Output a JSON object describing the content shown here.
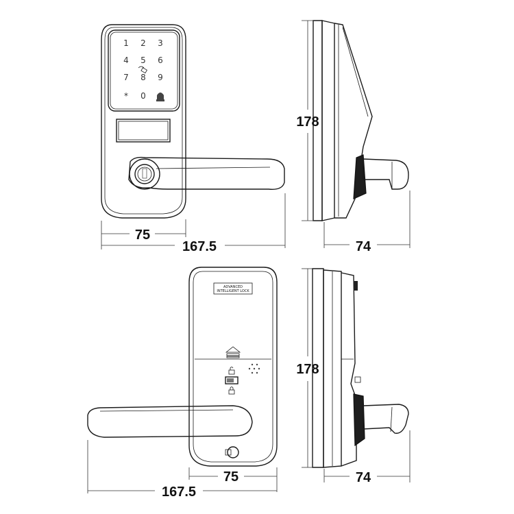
{
  "front_view": {
    "keypad": [
      "1",
      "2",
      "3",
      "4",
      "5",
      "6",
      "7",
      "8",
      "9",
      "*",
      "0"
    ],
    "dim_width": "75",
    "dim_overall": "167.5"
  },
  "side_view_top": {
    "dim_height": "178",
    "dim_depth": "74"
  },
  "back_view": {
    "label_line1": "ADVANCED",
    "label_line2": "INTELLIGENT LOCK",
    "dim_width": "75",
    "dim_overall": "167.5"
  },
  "side_view_bottom": {
    "dim_height": "178",
    "dim_depth": "74"
  }
}
